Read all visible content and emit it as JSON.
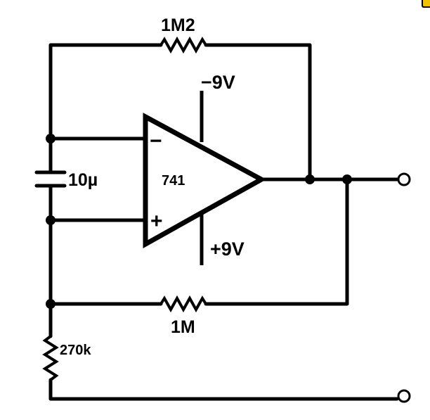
{
  "diagram": {
    "labels": {
      "feedback_resistor": "1M2",
      "negative_supply": "−9V",
      "positive_supply": "+9V",
      "capacitor": "10µ",
      "opamp": "741",
      "inverting_input": "−",
      "noninverting_input": "+",
      "bias_resistor": "1M",
      "ground_resistor": "270k"
    }
  }
}
